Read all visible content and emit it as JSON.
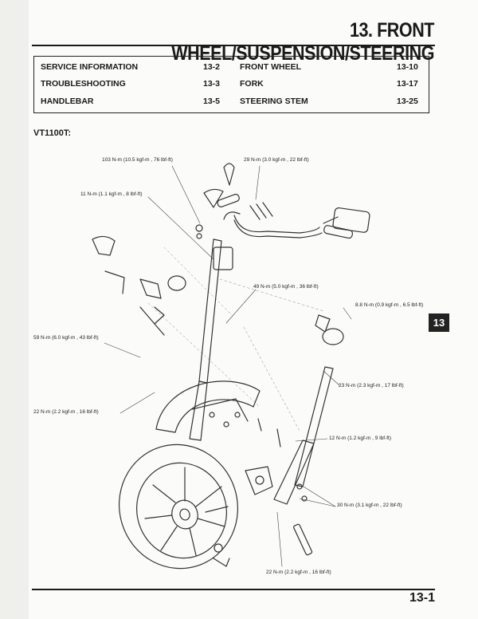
{
  "title": "13. FRONT WHEEL/SUSPENSION/STEERING",
  "toc": [
    {
      "label": "SERVICE INFORMATION",
      "page": "13-2"
    },
    {
      "label": "TROUBLESHOOTING",
      "page": "13-3"
    },
    {
      "label": "HANDLEBAR",
      "page": "13-5"
    },
    {
      "label": "FRONT WHEEL",
      "page": "13-10"
    },
    {
      "label": "FORK",
      "page": "13-17"
    },
    {
      "label": "STEERING STEM",
      "page": "13-25"
    }
  ],
  "model": "VT1100T:",
  "torque_callouts": [
    "103 N-m (10.5 kgf-m , 76 lbf-ft)",
    "29 N-m (3.0 kgf-m , 22 lbf-ft)",
    "11 N-m (1.1 kgf-m , 8 lbf-ft)",
    "49 N-m (5.0 kgf-m , 36 lbf-ft)",
    "8.8 N-m (0.9 kgf-m , 6.5 lbf-ft)",
    "59 N-m (6.0 kgf-m , 43 lbf-ft)",
    "23 N-m (2.3 kgf-m , 17 lbf-ft)",
    "22 N-m (2.2 kgf-m , 16 lbf-ft)",
    "12 N-m (1.2 kgf-m , 9 lbf-ft)",
    "30 N-m (3.1 kgf-m , 22 lbf-ft)",
    "22 N-m (2.2 kgf-m , 16 lbf-ft)"
  ],
  "section_tab": "13",
  "page_number": "13-1"
}
